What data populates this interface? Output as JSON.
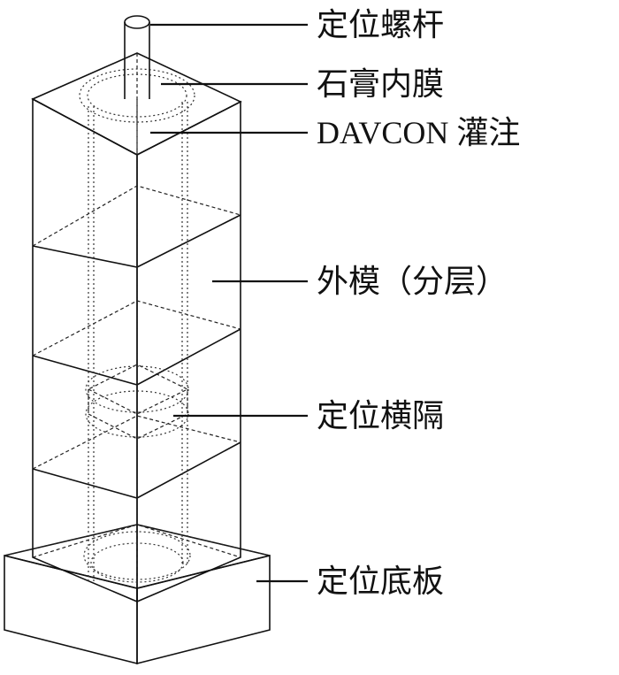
{
  "labels": {
    "bolt": "定位螺杆",
    "liner": "石膏内膜",
    "pour": "DAVCON 灌注",
    "outer_mold": "外模（分层）",
    "spacer": "定位横隔",
    "base_plate": "定位底板"
  }
}
